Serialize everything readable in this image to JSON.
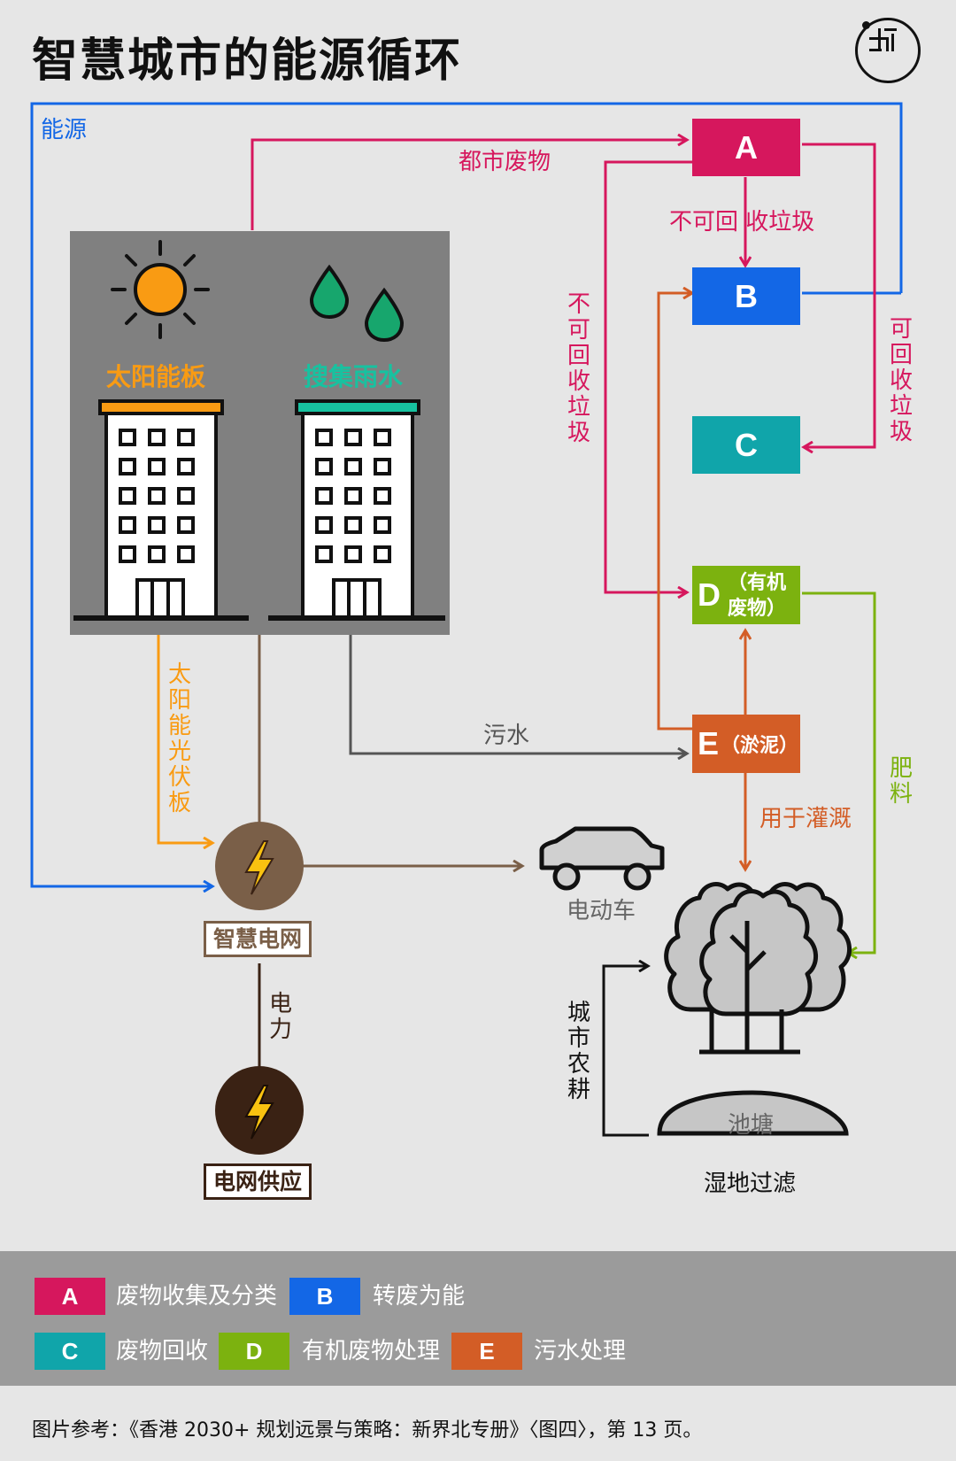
{
  "header": {
    "title": "智慧城市的能源循环"
  },
  "colors": {
    "A": "#d6175d",
    "B": "#1367e6",
    "C": "#10a5aa",
    "D": "#7cb20f",
    "E": "#d35d26",
    "grid": "#7a5f48",
    "supply": "#3a2214",
    "solar": "#f99b13",
    "rain": "#17a66d"
  },
  "diagram": {
    "labels": {
      "energy": "能源",
      "urban_waste": "都市废物",
      "non_recyclable": "不可回 收垃圾",
      "non_recyclable_v": "不可回收垃圾",
      "recyclable_v": "可回收垃圾",
      "solar_panel": "太阳能板",
      "rain_collection": "搜集雨水",
      "solar_pv": "太阳能光伏板",
      "sewage": "污水",
      "smart_grid": "智慧电网",
      "electricity": "电力",
      "grid_supply": "电网供应",
      "ev": "电动车",
      "irrigation": "用于灌溉",
      "fertilizer": "肥料",
      "urban_farming": "城市农耕",
      "pond": "池塘",
      "wetland": "湿地过滤"
    },
    "nodes": {
      "A": {
        "letter": "A"
      },
      "B": {
        "letter": "B"
      },
      "C": {
        "letter": "C"
      },
      "D": {
        "letter": "D",
        "sub": "（有机 废物）"
      },
      "E": {
        "letter": "E",
        "sub": "（淤泥）"
      }
    }
  },
  "legend": [
    {
      "key": "A",
      "text": "废物收集及分类"
    },
    {
      "key": "B",
      "text": "转废为能"
    },
    {
      "key": "C",
      "text": "废物回收"
    },
    {
      "key": "D",
      "text": "有机废物处理"
    },
    {
      "key": "E",
      "text": "污水处理"
    }
  ],
  "footer": {
    "source": "图片参考：《香港 2030+ 规划远景与策略：新界北专册》〈图四〉，第 13 页。"
  }
}
